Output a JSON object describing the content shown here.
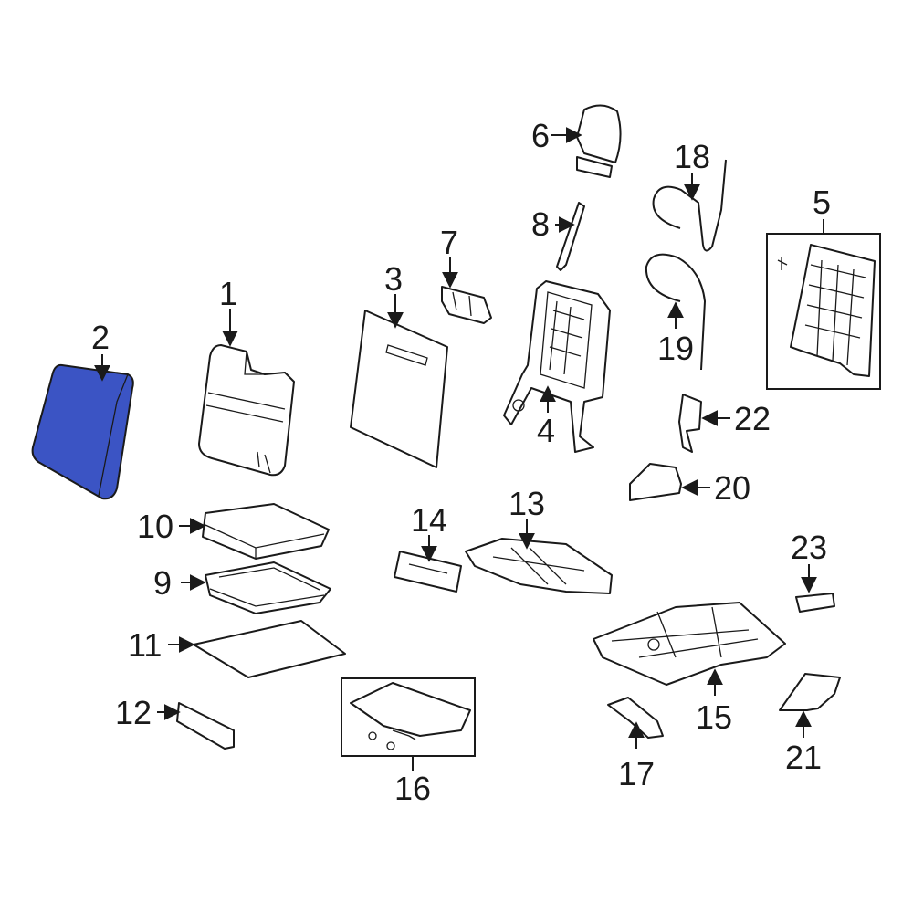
{
  "highlight_color": "#3b54c4",
  "callouts": [
    {
      "id": "1",
      "text": "1"
    },
    {
      "id": "2",
      "text": "2"
    },
    {
      "id": "3",
      "text": "3"
    },
    {
      "id": "4",
      "text": "4"
    },
    {
      "id": "5",
      "text": "5"
    },
    {
      "id": "6",
      "text": "6"
    },
    {
      "id": "7",
      "text": "7"
    },
    {
      "id": "8",
      "text": "8"
    },
    {
      "id": "9",
      "text": "9"
    },
    {
      "id": "10",
      "text": "10"
    },
    {
      "id": "11",
      "text": "11"
    },
    {
      "id": "12",
      "text": "12"
    },
    {
      "id": "13",
      "text": "13"
    },
    {
      "id": "14",
      "text": "14"
    },
    {
      "id": "15",
      "text": "15"
    },
    {
      "id": "16",
      "text": "16"
    },
    {
      "id": "17",
      "text": "17"
    },
    {
      "id": "18",
      "text": "18"
    },
    {
      "id": "19",
      "text": "19"
    },
    {
      "id": "20",
      "text": "20"
    },
    {
      "id": "21",
      "text": "21"
    },
    {
      "id": "22",
      "text": "22"
    },
    {
      "id": "23",
      "text": "23"
    }
  ]
}
